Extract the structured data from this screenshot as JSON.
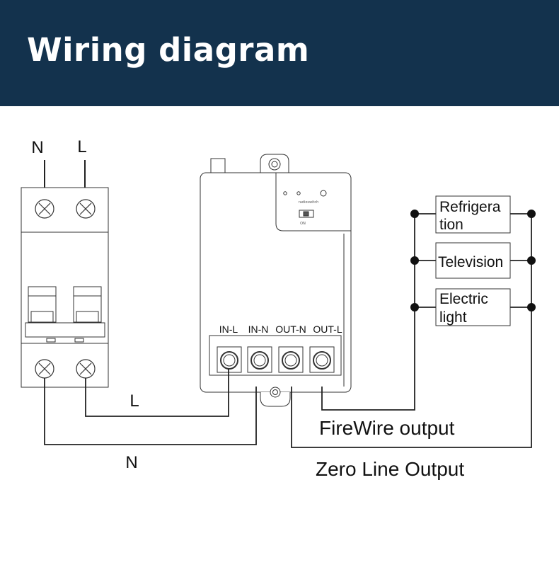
{
  "header": {
    "title": "Wiring diagram",
    "background": "#13324d",
    "text_color": "#ffffff"
  },
  "breaker": {
    "top_labels": [
      "N",
      "L"
    ]
  },
  "switch_module": {
    "brand_text": "radioswitch",
    "switch_text": "ON",
    "terminals": [
      "IN-L",
      "IN-N",
      "OUT-N",
      "OUT-L"
    ]
  },
  "wires": {
    "l_label": "L",
    "n_label": "N"
  },
  "loads": [
    {
      "line1": "Refrigera",
      "line2": "tion"
    },
    {
      "line1": "Television",
      "line2": ""
    },
    {
      "line1": "Electric",
      "line2": "light"
    }
  ],
  "outputs": {
    "live": "FireWire output",
    "neutral": "Zero Line Output"
  }
}
